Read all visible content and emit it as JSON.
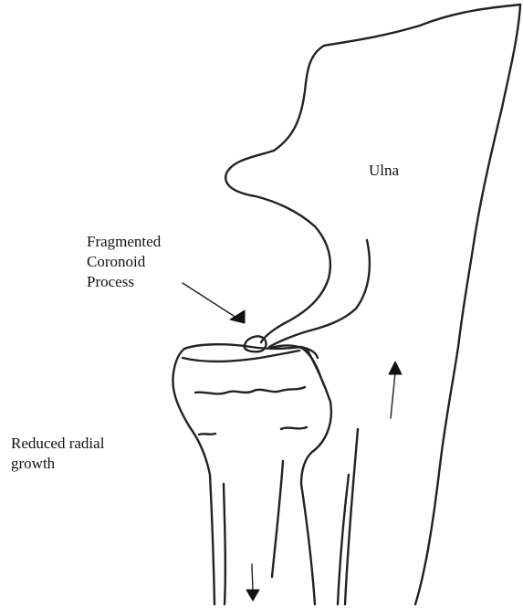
{
  "labels": {
    "ulna": "Ulna",
    "fragmented_coronoid_process": [
      "Fragmented",
      "Coronoid",
      "Process"
    ],
    "reduced_radial_growth": [
      "Reduced radial",
      "growth"
    ]
  },
  "colors": {
    "ink": "#222222",
    "background": "#ffffff"
  }
}
